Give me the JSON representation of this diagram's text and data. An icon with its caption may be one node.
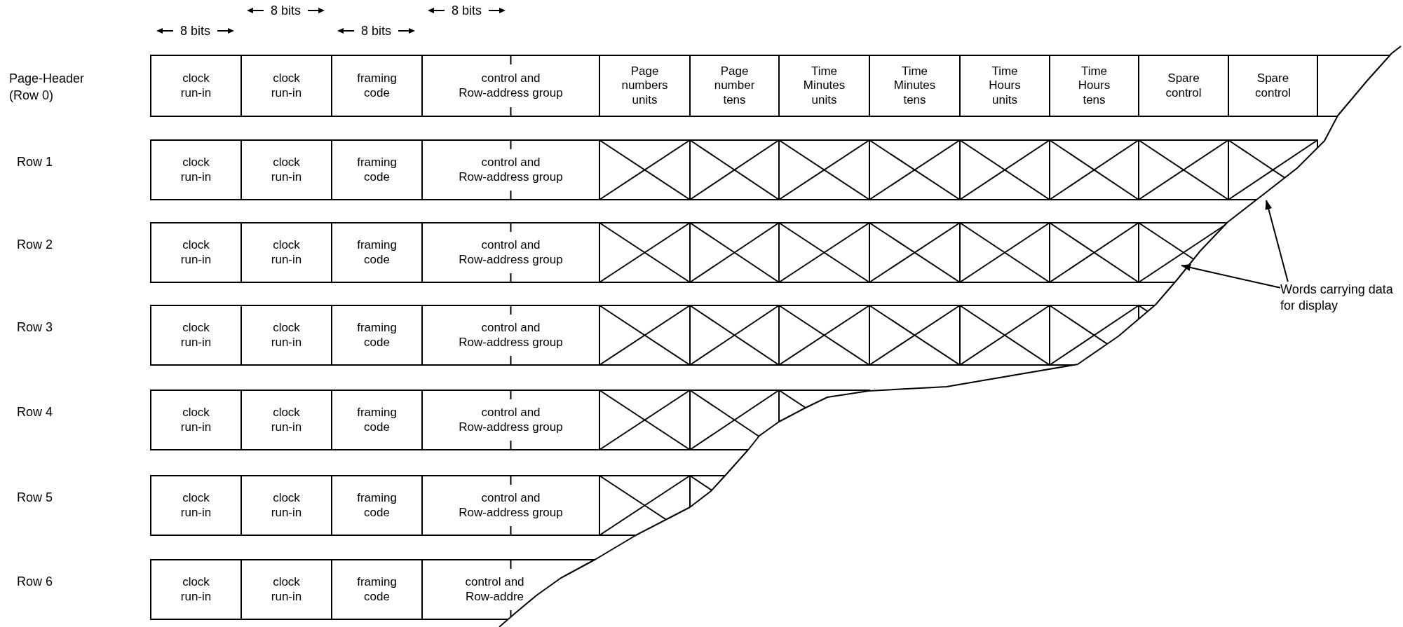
{
  "diagram": {
    "nodes": [
      {
        "text": [
          "clock run-in"
        ]
      },
      {
        "text": [
          "clock run-in"
        ]
      },
      {
        "text": [
          "framing code"
        ]
      },
      {
        "text": [
          "control and Row-address group"
        ]
      },
      {
        "text": [
          "Page numbers units"
        ]
      },
      {
        "text": [
          "Page number tens"
        ]
      },
      {
        "text": [
          "Time Minutes units"
        ]
      },
      {
        "text": [
          "Time Minutes tens"
        ]
      },
      {
        "text": [
          "Time Hours units"
        ]
      },
      {
        "text": [
          "Time Hours tens"
        ]
      },
      {
        "text": [
          "Spare control"
        ]
      },
      {
        "text": [
          "Spare control"
        ]
      },
      {
        "text": [],
        "shape": "box"
      },
      {
        "text": [
          "clock run-in"
        ]
      },
      {
        "text": [
          "clock run-in"
        ]
      },
      {
        "text": [
          "framing code"
        ]
      },
      {
        "text": [
          "control and Row-address group"
        ]
      },
      {
        "text": [],
        "shape": "cross"
      },
      {
        "text": [],
        "shape": "cross"
      },
      {
        "text": [],
        "shape": "cross"
      },
      {
        "text": [],
        "shape": "cross"
      },
      {
        "text": [],
        "shape": "cross"
      },
      {
        "text": [],
        "shape": "cross"
      },
      {
        "text": [],
        "shape": "cross"
      },
      {
        "text": [],
        "shape": "cross"
      },
      {
        "text": [
          "clock run-in"
        ]
      },
      {
        "text": [
          "clock run-in"
        ]
      },
      {
        "text": [
          "framing code"
        ]
      },
      {
        "text": [
          "control and Row-address group"
        ]
      },
      {
        "text": [],
        "shape": "cross"
      },
      {
        "text": [],
        "shape": "cross"
      },
      {
        "text": [],
        "shape": "cross"
      },
      {
        "text": [],
        "shape": "cross"
      },
      {
        "text": [],
        "shape": "cross"
      },
      {
        "text": [],
        "shape": "cross"
      },
      {
        "text": [],
        "shape": "cross"
      },
      {
        "text": [
          "clock run-in"
        ]
      },
      {
        "text": [
          "clock run-in"
        ]
      },
      {
        "text": [
          "framing code"
        ]
      },
      {
        "text": [
          "control and Row-address group"
        ]
      },
      {
        "text": [],
        "shape": "cross"
      },
      {
        "text": [],
        "shape": "cross"
      },
      {
        "text": [],
        "shape": "cross"
      },
      {
        "text": [],
        "shape": "cross"
      },
      {
        "text": [],
        "shape": "cross"
      },
      {
        "text": [],
        "shape": "cross"
      },
      {
        "text": [],
        "shape": "cross"
      },
      {
        "text": [
          "clock run-in"
        ]
      },
      {
        "text": [
          "clock run-in"
        ]
      },
      {
        "text": [
          "framing code"
        ]
      },
      {
        "text": [
          "control and Row-address group"
        ]
      },
      {
        "text": [],
        "shape": "cross"
      },
      {
        "text": [],
        "shape": "cross"
      },
      {
        "text": [],
        "shape": "cross"
      },
      {
        "text": [
          "clock run-in"
        ]
      },
      {
        "text": [
          "clock run-in"
        ]
      },
      {
        "text": [
          "framing code"
        ]
      },
      {
        "text": [
          "control and Row-address group"
        ]
      },
      {
        "text": [],
        "shape": "cross"
      },
      {
        "text": [],
        "shape": "cross"
      },
      {
        "text": [
          "clock run-in"
        ]
      },
      {
        "text": [
          "clock run-in"
        ]
      },
      {
        "text": [
          "framing code"
        ]
      },
      {
        "text": [
          "control and Row-addre"
        ]
      },
      {
        "text": [
          "Words carrying data for display"
        ]
      }
    ],
    "edges": [
      {
        "from": 64,
        "to": 24,
        "arrow": "to"
      },
      {
        "from": 64,
        "to": 35,
        "arrow": "to"
      }
    ],
    "labels": [
      "8 bits",
      "8 bits",
      "8 bits",
      "8 bits",
      "Page-Header (Row 0)",
      "Row 1",
      "Row 2",
      "Row 3",
      "Row 4",
      "Row 5",
      "Row 6"
    ]
  }
}
